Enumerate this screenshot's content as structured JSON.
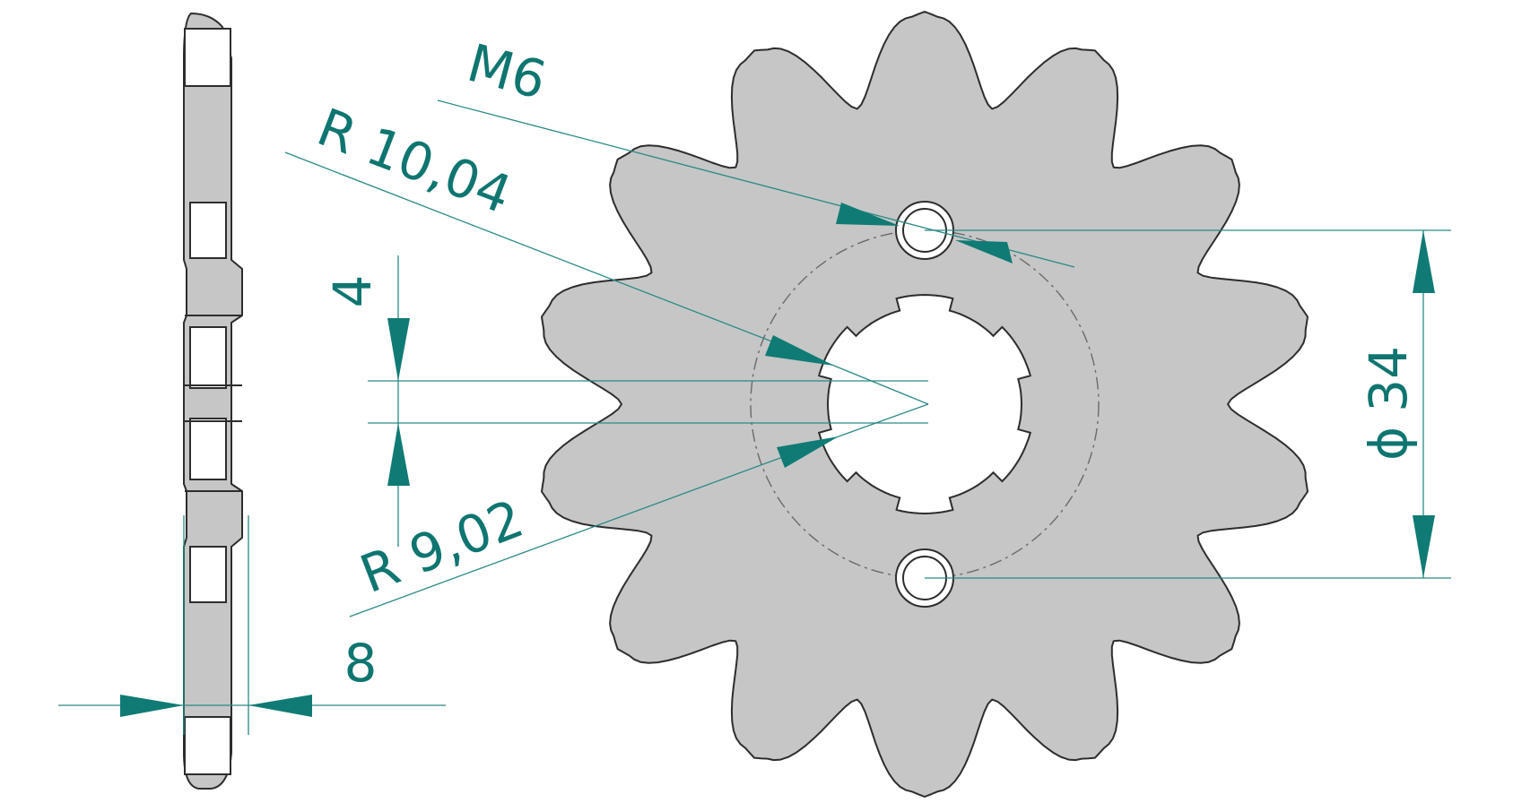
{
  "drawing": {
    "part": "front sprocket",
    "teeth": 14,
    "spline_teeth": 6,
    "bolt_holes": 2,
    "colors": {
      "dimension": "#0f7570",
      "part_fill": "#c6c6c6",
      "outline": "#2d2d2d",
      "background": "#ffffff"
    }
  },
  "dimensions": {
    "thread": "M6",
    "outer_radius": "R 10,04",
    "inner_radius": "R 9,02",
    "key_width": "4",
    "pitch_diameter_symbol": "ϕ",
    "pitch_diameter": "34",
    "thickness": "8"
  }
}
